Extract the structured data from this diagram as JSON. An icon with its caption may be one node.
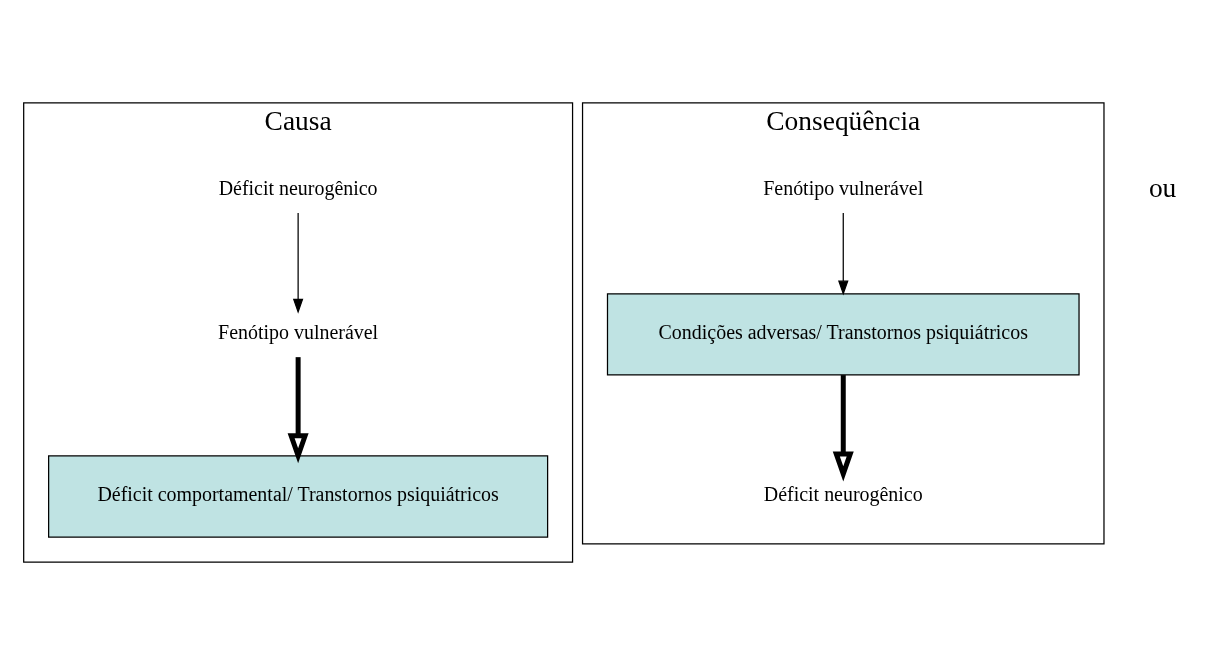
{
  "diagram": {
    "nodes": [
      {
        "text": [
          "Causa"
        ]
      },
      {
        "text": [
          "Déficit neurogênico"
        ],
        "in": 0
      },
      {
        "text": [
          "Fenótipo vulnerável"
        ],
        "in": 0
      },
      {
        "text": [
          "Déficit comportamental/ Transtornos psiquiátricos"
        ],
        "in": 0
      },
      {
        "text": [
          "Conseqüência"
        ]
      },
      {
        "text": [
          "Fenótipo vulnerável"
        ],
        "in": 4
      },
      {
        "text": [
          "Condições adversas/ Transtornos psiquiátricos"
        ],
        "in": 4
      },
      {
        "text": [
          "Déficit neurogênico"
        ],
        "in": 4
      }
    ],
    "edges": [
      {
        "from": 1,
        "to": 2,
        "arrow": "to"
      },
      {
        "from": 2,
        "to": 3,
        "arrow": "to",
        "style": "thick"
      },
      {
        "from": 5,
        "to": 6,
        "arrow": "to"
      },
      {
        "from": 6,
        "to": 7,
        "arrow": "to",
        "style": "thick"
      }
    ],
    "labels": [
      "ou"
    ]
  }
}
